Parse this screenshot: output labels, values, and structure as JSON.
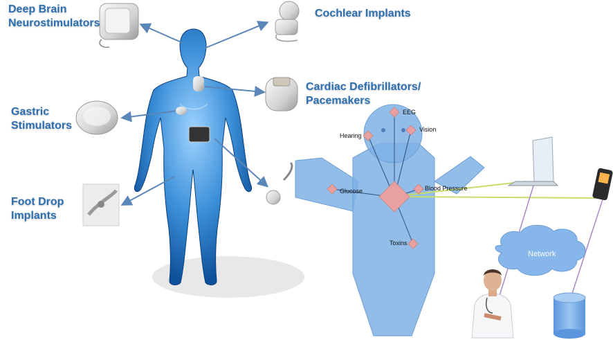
{
  "left_panel": {
    "devices": {
      "deep_brain": [
        "Deep Brain",
        "Neurostimulators"
      ],
      "cochlear": [
        "Cochlear Implants"
      ],
      "cardiac": [
        "Cardiac Defibrillators/",
        "Pacemakers"
      ],
      "gastric": [
        "Gastric",
        "Stimulators"
      ],
      "foot_drop": [
        "Foot Drop",
        "Implants"
      ]
    }
  },
  "right_panel": {
    "sensors": {
      "eeg": "EEG",
      "hearing": "Hearing",
      "vision": "Vision",
      "glucose": "Glucose",
      "blood_pressure": "Blood Pressure",
      "toxins": "Toxins"
    },
    "network_label": "Network"
  },
  "colors": {
    "label_blue": "#2e6fb0",
    "body_blue": "#7fb2e5",
    "sensor_pink": "#e9a0a0",
    "link_green": "#c9dd6a",
    "link_purple": "#a78bc9",
    "cloud_blue": "#86b6ea"
  }
}
